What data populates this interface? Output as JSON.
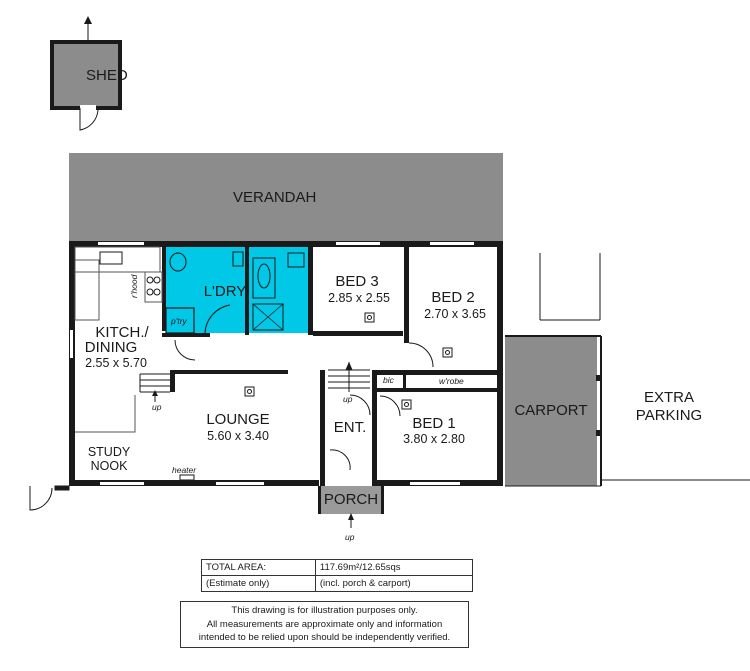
{
  "rooms": {
    "shed": "SHED",
    "verandah": "VERANDAH",
    "laundry": "L'DRY",
    "bed3": {
      "name": "BED 3",
      "size": "2.85 x 2.55"
    },
    "bed2": {
      "name": "BED 2",
      "size": "2.70 x 3.65"
    },
    "kitchen": {
      "name_line1": "KITCH./",
      "name_line2": "DINING",
      "size": "2.55 x 5.70"
    },
    "lounge": {
      "name": "LOUNGE",
      "size": "5.60 x 3.40"
    },
    "entry": "ENT.",
    "bed1": {
      "name": "BED 1",
      "size": "3.80 x 2.80"
    },
    "carport": "CARPORT",
    "extra_parking": {
      "line1": "EXTRA",
      "line2": "PARKING"
    },
    "study": {
      "line1": "STUDY",
      "line2": "NOOK"
    },
    "porch": "PORCH"
  },
  "annotations": {
    "rhood": "r'hood",
    "pantry": "p'try",
    "bic": "bic",
    "wrobe": "w'robe",
    "heater": "heater",
    "up_kitchen": "up",
    "up_hall": "up",
    "up_porch": "up"
  },
  "area_table": {
    "row1_label": "TOTAL AREA:",
    "row1_value": "117.69m²/12.65sqs",
    "row2_label": "(Estimate only)",
    "row2_value": "(incl. porch & carport)"
  },
  "disclaimer": {
    "line1": "This drawing is for illustration purposes only.",
    "line2": "All measurements are approximate only and information",
    "line3": "intended to be relied upon should be independently verified."
  },
  "colors": {
    "wall": "#1a1a1a",
    "grey_area": "#8c8c8c",
    "wet_area": "#00c8e6",
    "porch": "#9a9a9a"
  }
}
